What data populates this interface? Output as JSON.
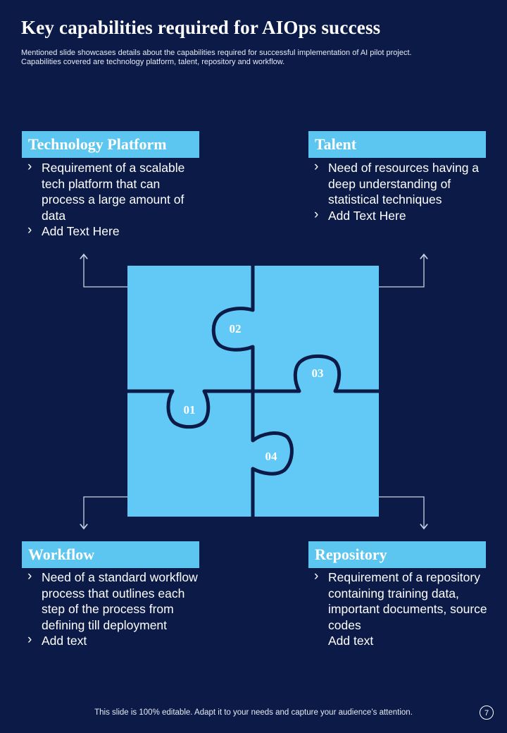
{
  "header": {
    "title": "Key capabilities required  for AIOps success",
    "subtitle_line1": "Mentioned slide showcases details about the capabilities required for successful implementation of AI pilot project.",
    "subtitle_line2": "Capabilities covered are technology platform, talent, repository and workflow."
  },
  "capabilities": [
    {
      "heading": "Technology Platform",
      "bullets": [
        "Requirement of a scalable tech platform that can process a large amount of data",
        "Add Text Here"
      ]
    },
    {
      "heading": "Talent",
      "bullets": [
        "Need of resources having a deep understanding of statistical techniques",
        "Add Text Here"
      ]
    },
    {
      "heading": "Workflow",
      "bullets": [
        "Need of a standard workflow process that outlines each step of the process from defining till deployment",
        "Add text"
      ]
    },
    {
      "heading": "Repository",
      "bullets": [
        "Requirement of a repository containing training data, important documents, source codes",
        "Add text"
      ]
    }
  ],
  "puzzle": {
    "piece_labels": [
      "01",
      "02",
      "03",
      "04"
    ],
    "piece_color": "#62c8f5",
    "background_color": "#0b1a46",
    "accent_color": "#5cc6f0"
  },
  "footer": {
    "text": "This slide is 100% editable. Adapt it to your needs and capture your audience’s attention.",
    "page_number": "7"
  }
}
